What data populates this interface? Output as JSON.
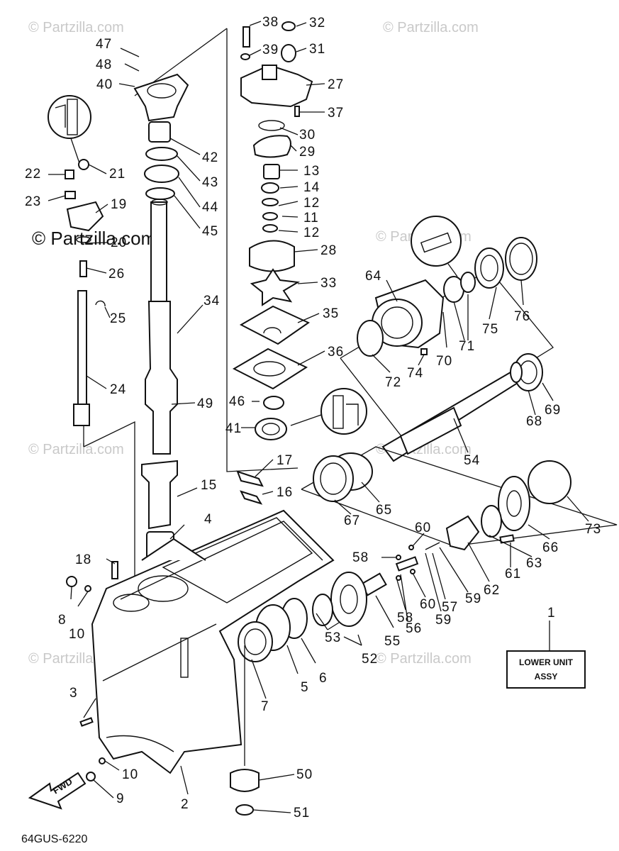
{
  "diagram_code": "64GUS-6220",
  "legend_box": {
    "line1": "LOWER UNIT",
    "line2": "ASSY",
    "callout": "1"
  },
  "fwd_label": "FWD",
  "watermark": "© Partzilla.com",
  "watermark_strong": "© Partzilla.com",
  "callouts": [
    "1",
    "2",
    "3",
    "4",
    "5",
    "6",
    "7",
    "8",
    "9",
    "10",
    "10",
    "11",
    "12",
    "12",
    "13",
    "14",
    "15",
    "16",
    "17",
    "18",
    "19",
    "20",
    "21",
    "22",
    "23",
    "24",
    "25",
    "26",
    "27",
    "28",
    "29",
    "30",
    "31",
    "32",
    "33",
    "34",
    "35",
    "36",
    "37",
    "38",
    "39",
    "40",
    "41",
    "42",
    "43",
    "44",
    "45",
    "46",
    "47",
    "48",
    "49",
    "50",
    "51",
    "52",
    "53",
    "54",
    "55",
    "56",
    "57",
    "58",
    "58",
    "59",
    "59",
    "60",
    "60",
    "61",
    "62",
    "63",
    "64",
    "65",
    "66",
    "67",
    "68",
    "69",
    "70",
    "71",
    "72",
    "73",
    "74",
    "75",
    "76"
  ]
}
